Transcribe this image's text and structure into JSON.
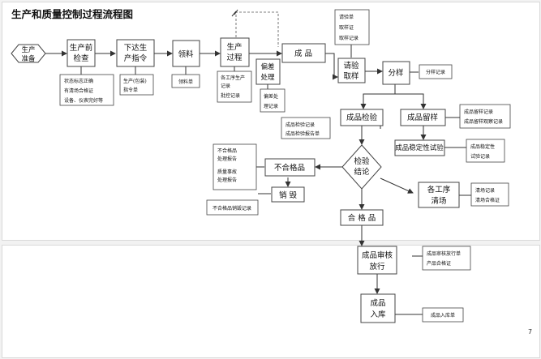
{
  "title": "生产和质量控制过程流程图",
  "page_number": "7",
  "nodes": {
    "prod_prep": [
      "生产",
      "准备"
    ],
    "pre_check": [
      "生产前",
      "检查"
    ],
    "issue_order": [
      "下达生",
      "产指令"
    ],
    "material": [
      "领料"
    ],
    "process": [
      "生产",
      "过程"
    ],
    "deviation": [
      "偏差",
      "处理"
    ],
    "product": [
      "成 品"
    ],
    "sampling": [
      "请验",
      "取样"
    ],
    "split": [
      "分样"
    ],
    "inspection": [
      "成品检验"
    ],
    "retain": [
      "成品留样"
    ],
    "stability": [
      "成品稳定性试验"
    ],
    "decision": [
      "检验",
      "结论"
    ],
    "nonconform": [
      "不合格品"
    ],
    "destroy": [
      "销 毁"
    ],
    "clean": [
      "各工序",
      "清场"
    ],
    "conform": [
      "合 格 品"
    ],
    "review": [
      "成品审核",
      "放行"
    ],
    "warehouse": [
      "成品",
      "入库"
    ]
  },
  "notes": {
    "pre_check": [
      "状态标志正确",
      "有清场合格证",
      "设备、仪表完好等"
    ],
    "issue_order": [
      "生产(包装)",
      "指令单"
    ],
    "material": [
      "领料单"
    ],
    "process": [
      "各工序生产",
      "记录",
      "批控记录"
    ],
    "deviation": [
      "偏差处",
      "理记录"
    ],
    "sampling": [
      "请验单",
      "取样证",
      "取样记录"
    ],
    "split": [
      "分样记录"
    ],
    "inspection": [
      "成品检验记录",
      "成品检验报告单"
    ],
    "retain": [
      "成品留样记录",
      "成品留样观察记录"
    ],
    "stability": [
      "成品稳定性",
      "试验记录"
    ],
    "nonconform": [
      "不合格品",
      "处理报告",
      "质量事故",
      "处理报告"
    ],
    "destroy": [
      "不合格品销毁记录"
    ],
    "clean": [
      "清场记录",
      "清场合格证"
    ],
    "review": [
      "成品审核放行单",
      "产品合格证"
    ],
    "warehouse": [
      "成品入库单"
    ]
  }
}
